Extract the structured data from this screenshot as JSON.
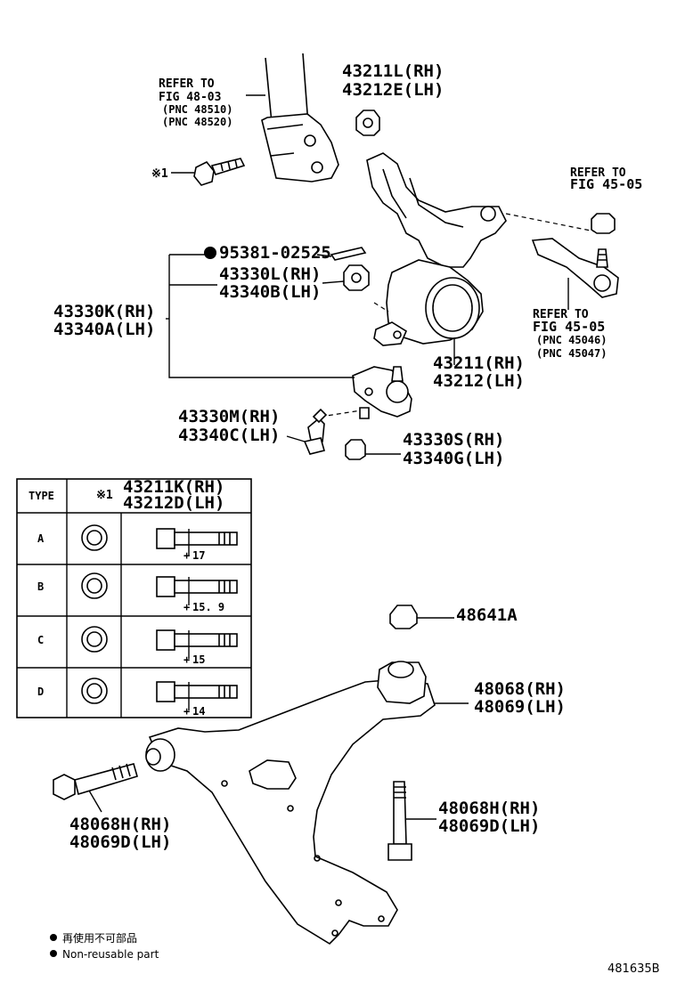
{
  "callouts": {
    "refer_strut": {
      "line1": "REFER TO",
      "line2": "FIG 48-03",
      "line3": "(PNC 48510)",
      "line4": "(PNC 48520)"
    },
    "knuckle_nut": {
      "rh": "43211L(RH)",
      "lh": "43212E(LH)"
    },
    "bolt_star": "※1",
    "refer_tie_rod_nut": {
      "line1": "REFER TO",
      "line2": "FIG 45-05"
    },
    "pin": "95381-02525",
    "ball_joint_nut": {
      "rh": "43330L(RH)",
      "lh": "43340B(LH)"
    },
    "ball_joint_assy": {
      "rh": "43330K(RH)",
      "lh": "43340A(LH)"
    },
    "refer_tie_rod": {
      "line1": "REFER TO",
      "line2": "FIG 45-05",
      "line3": "(PNC 45046)",
      "line4": "(PNC 45047)"
    },
    "knuckle": {
      "rh": "43211(RH)",
      "lh": "43212(LH)"
    },
    "ball_joint_bolt": {
      "rh": "43330M(RH)",
      "lh": "43340C(LH)"
    },
    "ball_joint_nut2": {
      "rh": "43330S(RH)",
      "lh": "43340G(LH)"
    },
    "arm_nut": "48641A",
    "bushing": {
      "rh": "48068(RH)",
      "lh": "48069(LH)"
    },
    "front_bolt": {
      "rh": "48068H(RH)",
      "lh": "48069D(LH)"
    },
    "rear_bolt": {
      "rh": "48068H(RH)",
      "lh": "48069D(LH)"
    }
  },
  "type_table": {
    "header_type": "TYPE",
    "header_star": "※1",
    "header_rh": "43211K(RH)",
    "header_lh": "43212D(LH)",
    "rows": [
      {
        "type": "A",
        "dim": "17"
      },
      {
        "type": "B",
        "dim": "15. 9"
      },
      {
        "type": "C",
        "dim": "15"
      },
      {
        "type": "D",
        "dim": "14"
      }
    ]
  },
  "legend": {
    "jp": "再使用不可部品",
    "en": "Non-reusable part"
  },
  "figure_id": "481635B"
}
